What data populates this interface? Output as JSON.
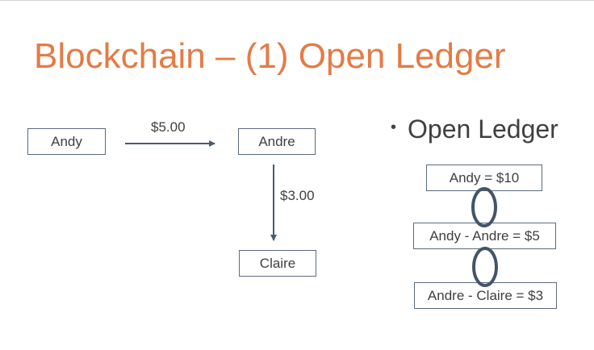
{
  "slide": {
    "title": "Blockchain – (1) Open Ledger"
  },
  "flow": {
    "nodes": {
      "andy": "Andy",
      "andre": "Andre",
      "claire": "Claire"
    },
    "edges": {
      "andy_to_andre": "$5.00",
      "andre_to_claire": "$3.00"
    }
  },
  "ledger": {
    "bullet": "Open Ledger",
    "entries": [
      "Andy = $10",
      "Andy - Andre = $5",
      "Andre - Claire = $3"
    ]
  },
  "colors": {
    "title": "#e47b45",
    "box_border": "#5b6b7d",
    "arrow": "#4a5b6e",
    "chain_link": "#44546a",
    "text": "#404040"
  }
}
